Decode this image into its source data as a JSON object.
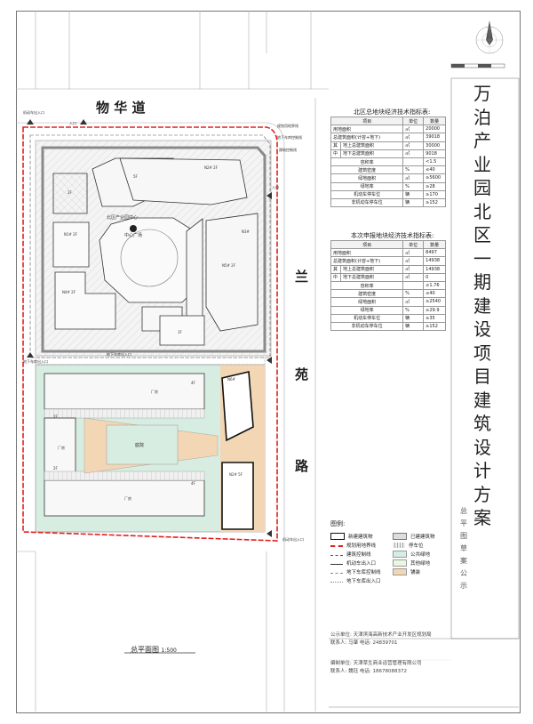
{
  "roads": {
    "north": "物  华  道",
    "east_1": "兰",
    "east_2": "苑",
    "east_3": "路"
  },
  "title": {
    "chars": [
      "万",
      "泊",
      "产",
      "业",
      "园",
      "北",
      "区",
      "一",
      "期",
      "建",
      "设",
      "项",
      "目",
      "建",
      "筑",
      "设",
      "计",
      "方",
      "案"
    ],
    "subtitle_chars": [
      "总",
      "平",
      "图",
      "草",
      "案",
      "公",
      "示"
    ]
  },
  "table1": {
    "title": "北区总地块经济技术指标表:",
    "headers": [
      "项目",
      "单位",
      "数量"
    ],
    "rows": [
      [
        "用地面积",
        "㎡",
        "20000"
      ],
      [
        "总建筑面积(计容+地下)",
        "㎡",
        "39018"
      ],
      [
        "地上总建筑面积",
        "㎡",
        "30000"
      ],
      [
        "地下总建筑面积",
        "㎡",
        "9018"
      ],
      [
        "容积率",
        "",
        "<1.5"
      ],
      [
        "建筑密度",
        "%",
        "≤40"
      ],
      [
        "绿地面积",
        "㎡",
        "≥5600"
      ],
      [
        "绿地率",
        "%",
        "≥28"
      ],
      [
        "机动车停车位",
        "辆",
        "≥170"
      ],
      [
        "非机动车停车位",
        "辆",
        "≥152"
      ]
    ],
    "side": [
      "其",
      "中"
    ]
  },
  "table2": {
    "title": "本次申报地块经济技术指标表:",
    "headers": [
      "项目",
      "单位",
      "数量"
    ],
    "rows": [
      [
        "用地面积",
        "㎡",
        "8497"
      ],
      [
        "总建筑面积(计容+地下)",
        "㎡",
        "14938"
      ],
      [
        "地上总建筑面积",
        "㎡",
        "14938"
      ],
      [
        "地下总建筑面积",
        "㎡",
        "0"
      ],
      [
        "容积率",
        "",
        "≤1.76"
      ],
      [
        "建筑密度",
        "%",
        "≤40"
      ],
      [
        "绿地面积",
        "㎡",
        "≥2540"
      ],
      [
        "绿地率",
        "%",
        "≥29.9"
      ],
      [
        "机动车停车位",
        "辆",
        "≥35"
      ],
      [
        "非机动车停车位",
        "辆",
        "≥152"
      ]
    ],
    "side": [
      "其",
      "中"
    ]
  },
  "legend": {
    "title": "图例:",
    "items": [
      {
        "label": "新建建筑物",
        "color": "#ffffff"
      },
      {
        "label": "规划用地界线",
        "color": "#e02020"
      },
      {
        "label": "建筑控制线",
        "color": "#555555"
      },
      {
        "label": "机动车出入口",
        "color": "#333333"
      },
      {
        "label": "地下车库控制线",
        "color": "#888888"
      },
      {
        "label": "地下车库出入口",
        "color": "#888888"
      },
      {
        "label": "已建建筑物",
        "color": "#dddddd"
      },
      {
        "label": "停车位",
        "color": "#cccccc"
      },
      {
        "label": "公共绿地",
        "color": "#d8ede2"
      },
      {
        "label": "其他绿地",
        "color": "#eef6e0"
      },
      {
        "label": "铺装",
        "color": "#f3d6b4"
      }
    ]
  },
  "info": {
    "line1": "公示单位: 天津滨海高新技术产业开发区规划局",
    "line2": "联系人: 马肇          电话: 24839701",
    "line3": "编制单位: 天津草生商业运营管理有限公司",
    "line4": "联系人: 魏钰          电话: 18678088372"
  },
  "scale": "总平面图",
  "scale_ratio": "1:500",
  "plan_labels": {
    "entry_top_left": "机动车出入口",
    "entry_top": "入口",
    "entry_right_top": "入口",
    "note1": "规划用地界线",
    "note2": "地下车库控制线",
    "note3": "建筑控制线",
    "garage_left": "地下车库出入口",
    "garage_mid": "地下车库出入口",
    "garage_right": "机动车出入口",
    "plaza": "北区产业园中心",
    "center": "中心广场",
    "b1": "2F",
    "b2": "5F",
    "b3": "N2#\n2F",
    "b4": "N1#\n2F",
    "b5": "N3#",
    "b6": "N4#\n2F",
    "b7": "N5#\n2F",
    "b8": "1F",
    "b9": "N6#",
    "s1": "4F",
    "s2": "2F",
    "s3": "2F",
    "s4": "4F",
    "s5": "厂房",
    "s6": "厂房",
    "s7": "厂房",
    "s8": "庭院",
    "s9": "N2#\n5F"
  }
}
